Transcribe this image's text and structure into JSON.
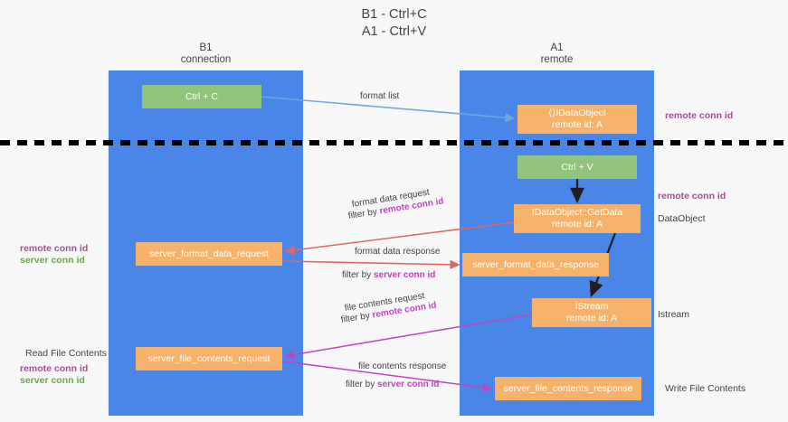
{
  "title": {
    "line1": "B1 - Ctrl+C",
    "line2": "A1 - Ctrl+V"
  },
  "lanes": [
    {
      "id": "b1",
      "name": "B1",
      "subtitle": "connection",
      "color": "#4a86e8"
    },
    {
      "id": "a1",
      "name": "A1",
      "subtitle": "remote",
      "color": "#4a86e8"
    }
  ],
  "nodes": {
    "ctrl_c": {
      "line1": "Ctrl + C",
      "line2": "",
      "color": "#93c47d"
    },
    "idataobject": {
      "line1": "⟨⟩IDataObject",
      "line2": "remote id: A",
      "color": "#f6b26b"
    },
    "ctrl_v": {
      "line1": "Ctrl + V",
      "line2": "",
      "color": "#93c47d"
    },
    "getdata": {
      "line1": "IDataObject::GetData",
      "line2": "remote id: A",
      "color": "#f6b26b"
    },
    "server_format_data_request": {
      "line1": "server_format_data_request",
      "line2": "",
      "color": "#f6b26b"
    },
    "server_format_data_response": {
      "line1": "server_format_data_response",
      "line2": "",
      "color": "#f6b26b"
    },
    "istream": {
      "line1": "IStream",
      "line2": "remote id: A",
      "color": "#f6b26b"
    },
    "server_file_contents_request": {
      "line1": "server_file_contents_request",
      "line2": "",
      "color": "#f6b26b"
    },
    "server_file_contents_response": {
      "line1": "server_file_contents_response",
      "line2": "",
      "color": "#f6b26b"
    }
  },
  "edge_labels": {
    "format_list": "format list",
    "format_data_request": "format data request",
    "filter_by": "filter by ",
    "remote_conn_id": "remote conn id",
    "server_conn_id": "server conn id",
    "format_data_response": "format data response",
    "file_contents_request": "file contents request",
    "file_contents_response": "file contents response"
  },
  "annotations": {
    "remote_conn_id_top": "remote conn id",
    "remote_conn_id_mid": "remote conn id",
    "dataobject": "DataObject",
    "istream": "Istream",
    "write_file_contents": "Write File Contents",
    "read_file_contents": "Read File Contents",
    "remote_conn_id_left": "remote conn id",
    "server_conn_id_left": "server conn id"
  },
  "colors": {
    "lane": "#4a86e8",
    "green_node": "#93c47d",
    "orange_node": "#f6b26b",
    "purple_text": "#a64d9a",
    "green_text": "#6aa84f",
    "magenta_text": "#c044c0",
    "red_arrow": "#e06666",
    "blue_arrow": "#6fa8dc",
    "magenta_arrow": "#c044c0",
    "black_arrow": "#1f1f1f",
    "background": "#f7f7f7"
  }
}
